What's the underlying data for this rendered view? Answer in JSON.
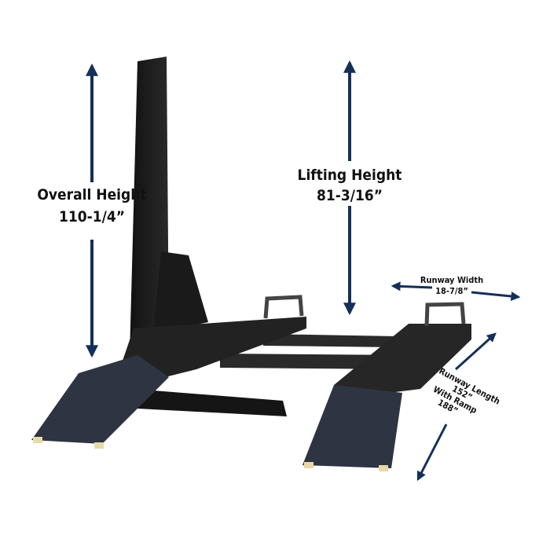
{
  "colors": {
    "arrow": "#14305a",
    "lift": "#1c1c1c",
    "ramp": "#2c3140"
  },
  "labels": {
    "overall_height": {
      "title": "Overall Height",
      "value": "110-1/4”"
    },
    "lifting_height": {
      "title": "Lifting Height",
      "value": "81-3/16”"
    },
    "runway_width": {
      "title": "Runway Width",
      "value": "18-7/8”"
    },
    "runway_length": {
      "title": "Runway Length",
      "value": "152”",
      "ramp_title": "With Ramp",
      "ramp_value": "188”"
    }
  }
}
